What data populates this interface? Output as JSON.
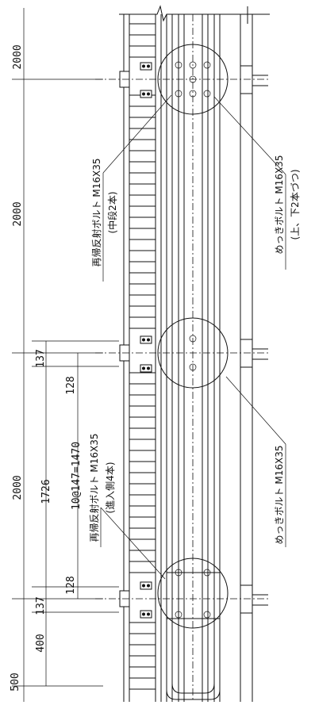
{
  "dimensions": {
    "d2000_top": "2000",
    "d2000_mid": "2000",
    "d2000_bot": "2000",
    "d137_top": "137",
    "d128_top": "128",
    "d1726": "1726",
    "d10at147": "10@147=1470",
    "d128_bot": "128",
    "d137_bot": "137",
    "d400": "400",
    "d500": "500"
  },
  "labels": {
    "bolt_middle_line1": "再帰反射ボルト M16X35",
    "bolt_middle_line2": "(中段2本)",
    "bolt_entry_line1": "再帰反射ボルト M16X35",
    "bolt_entry_line2": "(進入側4本)",
    "plated_top_line1": "めっきボルト M16X35",
    "plated_top_line2": "(上、下2本づつ)",
    "plated_mid": "めっきボルト M16X35"
  },
  "icons": {
    "bolt_marker": "reflector-bolt-icon"
  }
}
